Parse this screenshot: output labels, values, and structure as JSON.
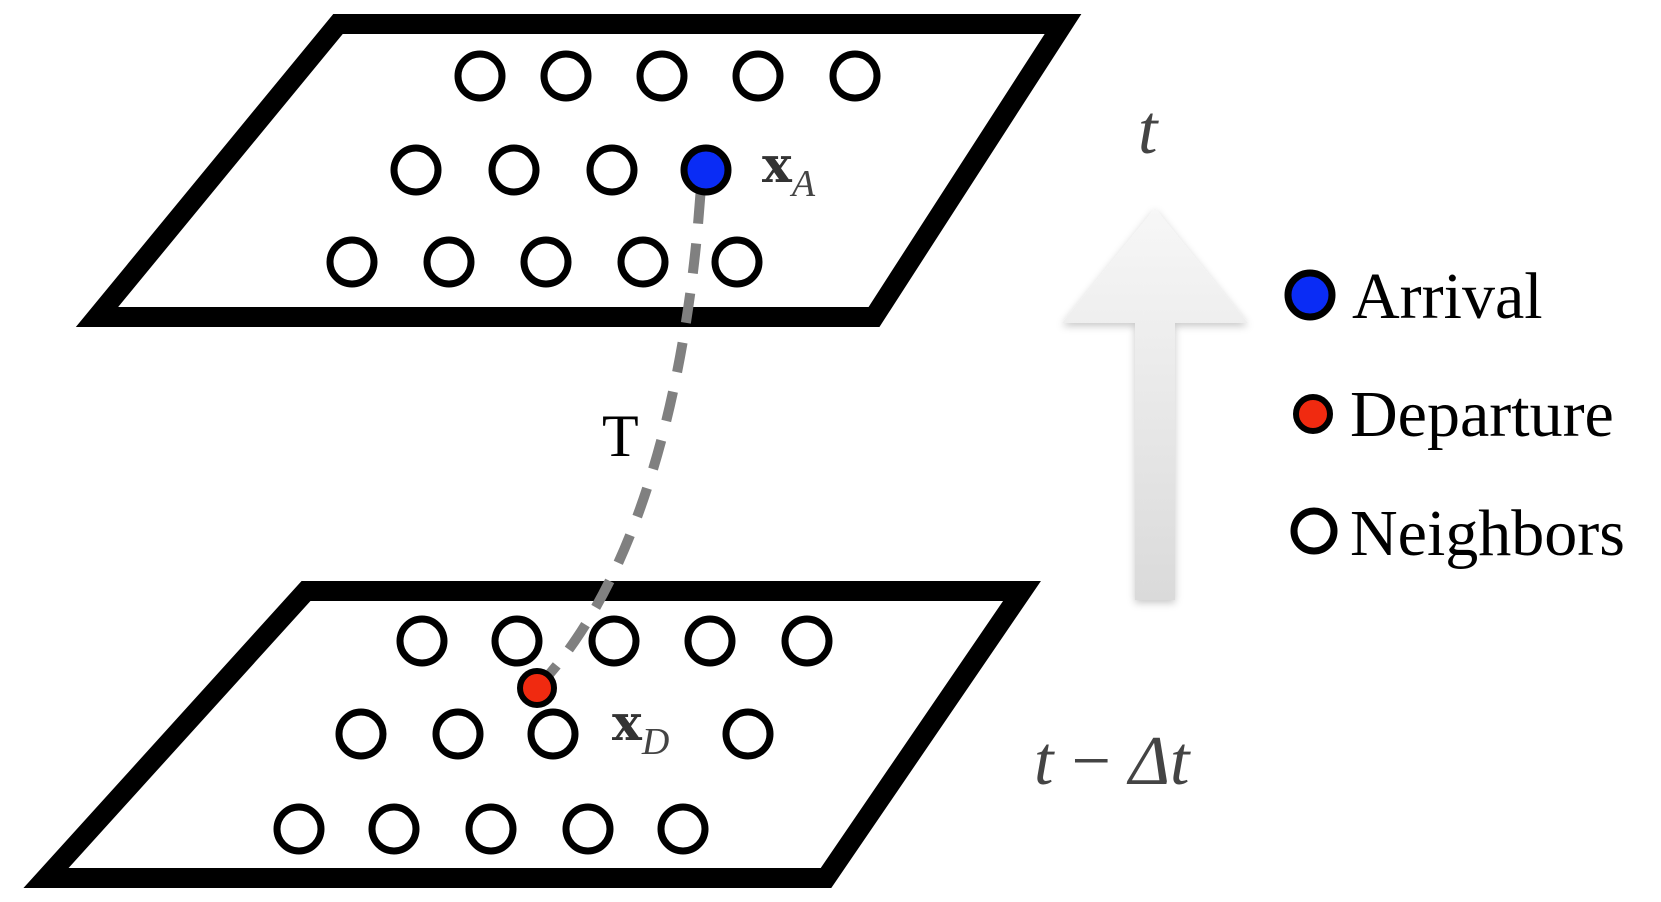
{
  "diagram": {
    "top_plane": {
      "arrival_label": {
        "symbol": "x",
        "subscript": "A"
      },
      "neighbor_rows": [
        5,
        4,
        5
      ]
    },
    "bottom_plane": {
      "departure_label": {
        "symbol": "x",
        "subscript": "D"
      },
      "neighbor_rows": [
        5,
        4,
        5
      ]
    },
    "trajectory_label": "T",
    "time_labels": {
      "top": "t",
      "bottom_t": "t",
      "bottom_minus": "−",
      "bottom_delta": "Δt"
    },
    "legend": {
      "items": [
        {
          "label": "Arrival",
          "color": "#0a2cf5"
        },
        {
          "label": "Departure",
          "color": "#f02a10"
        },
        {
          "label": "Neighbors",
          "color": "#ffffff"
        }
      ]
    },
    "colors": {
      "arrival": "#0a2cf5",
      "departure": "#f02a10",
      "trajectory": "#808080",
      "time_arrow": "#e6e6e6"
    }
  }
}
